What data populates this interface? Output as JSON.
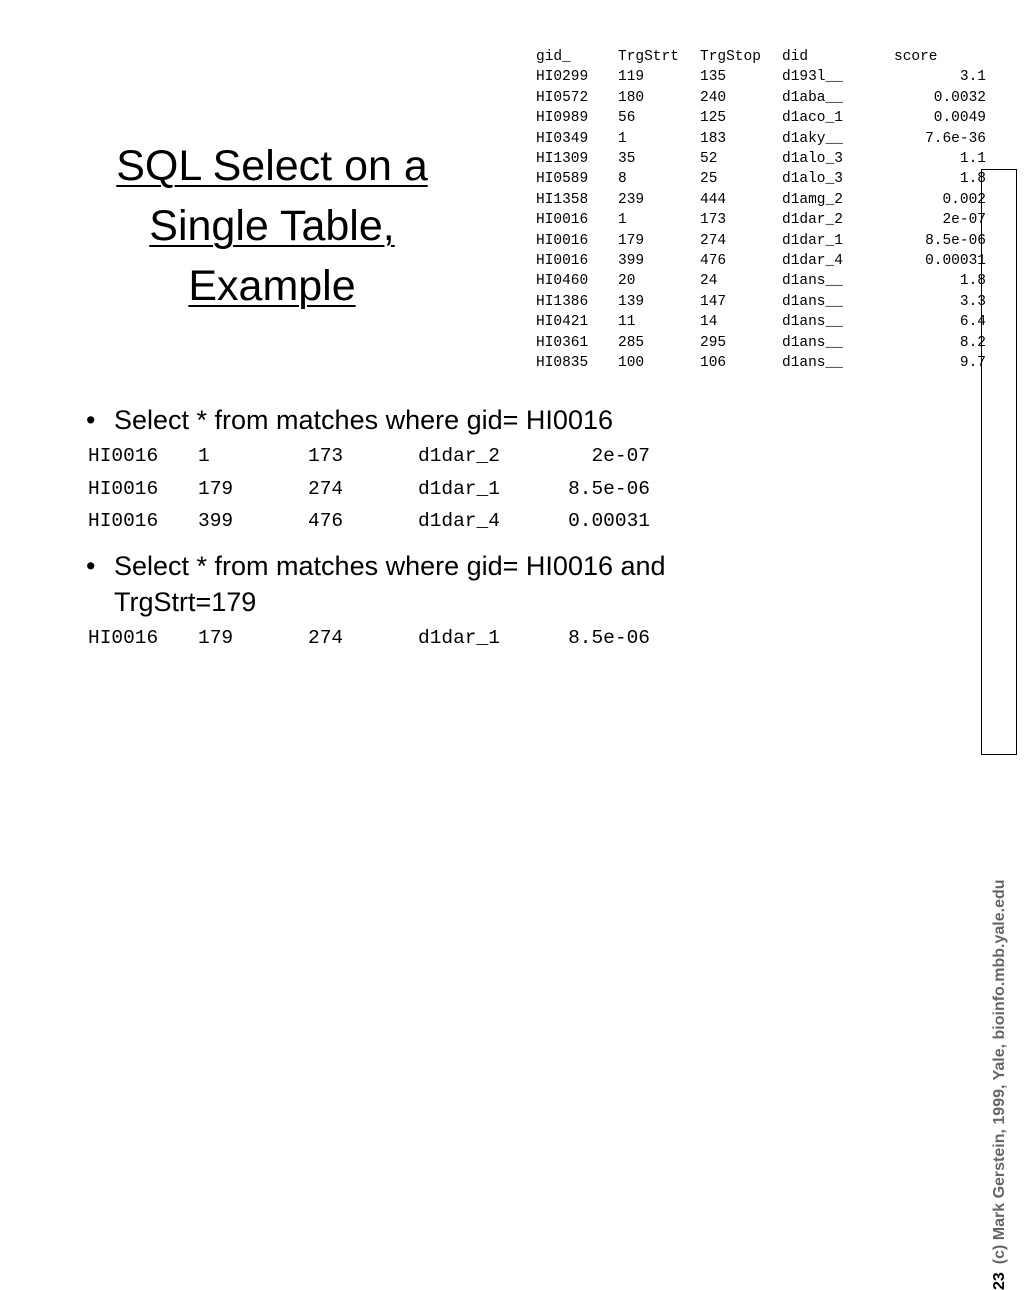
{
  "title": {
    "line1": "SQL Select on a",
    "line2": "Single Table,",
    "line3": "Example"
  },
  "matches_table": {
    "headers": [
      "gid_",
      "TrgStrt",
      "TrgStop",
      "did",
      "score"
    ],
    "rows": [
      [
        "HI0299",
        "119",
        "135",
        "d193l__",
        "3.1"
      ],
      [
        "HI0572",
        "180",
        "240",
        "d1aba__",
        "0.0032"
      ],
      [
        "HI0989",
        "56",
        "125",
        "d1aco_1",
        "0.0049"
      ],
      [
        "HI0349",
        "1",
        "183",
        "d1aky__",
        "7.6e-36"
      ],
      [
        "HI1309",
        "35",
        "52",
        "d1alo_3",
        "1.1"
      ],
      [
        "HI0589",
        "8",
        "25",
        "d1alo_3",
        "1.8"
      ],
      [
        "HI1358",
        "239",
        "444",
        "d1amg_2",
        "0.002"
      ],
      [
        "HI0016",
        "1",
        "173",
        "d1dar_2",
        "2e-07"
      ],
      [
        "HI0016",
        "179",
        "274",
        "d1dar_1",
        "8.5e-06"
      ],
      [
        "HI0016",
        "399",
        "476",
        "d1dar_4",
        "0.00031"
      ],
      [
        "HI0460",
        "20",
        "24",
        "d1ans__",
        "1.8"
      ],
      [
        "HI1386",
        "139",
        "147",
        "d1ans__",
        "3.3"
      ],
      [
        "HI0421",
        "11",
        "14",
        "d1ans__",
        "6.4"
      ],
      [
        "HI0361",
        "285",
        "295",
        "d1ans__",
        "8.2"
      ],
      [
        "HI0835",
        "100",
        "106",
        "d1ans__",
        "9.7"
      ]
    ]
  },
  "query1": {
    "bullet": "•",
    "text": "Select * from matches where gid= HI0016",
    "results": [
      [
        "HI0016",
        "1",
        "173",
        "d1dar_2",
        "2e-07"
      ],
      [
        "HI0016",
        "179",
        "274",
        "d1dar_1",
        "8.5e-06"
      ],
      [
        "HI0016",
        "399",
        "476",
        "d1dar_4",
        "0.00031"
      ]
    ]
  },
  "query2": {
    "bullet": "•",
    "text": "Select * from matches where gid= HI0016 and TrgStrt=179",
    "results": [
      [
        "HI0016",
        "179",
        "274",
        "d1dar_1",
        "8.5e-06"
      ]
    ]
  },
  "sidebar": {
    "page_number": "23",
    "credit": "(c) Mark Gerstein, 1999, Yale, bioinfo.mbb.yale.edu"
  }
}
